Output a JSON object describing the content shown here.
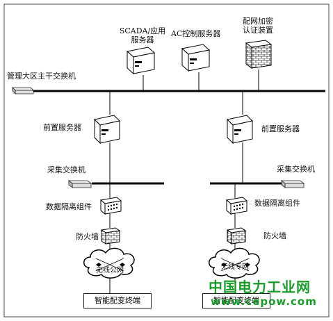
{
  "nodes": {
    "scada_server": "SCADA/应用\n服务器",
    "ac_server": "AC控制服务器",
    "crypto_device": "配网加密\n认证装置",
    "backbone_switch": "管理大区主干交换机",
    "front_server_left": "前置服务器",
    "front_server_right": "前置服务器",
    "collect_switch_left": "采集交换机",
    "collect_switch_right": "采集交换机",
    "isolation_left": "数据隔离组件",
    "isolation_right": "数据隔离组件",
    "firewall_left": "防火墙",
    "firewall_right": "防火墙",
    "cloud_left": "无线公网",
    "cloud_right": "无线专网",
    "terminal_left": "智能配变终端",
    "terminal_right": "智能配变终端"
  },
  "watermark": {
    "title": "中国电力工业网",
    "url": "www.cepow.com",
    "color": "#1a9a2a"
  }
}
